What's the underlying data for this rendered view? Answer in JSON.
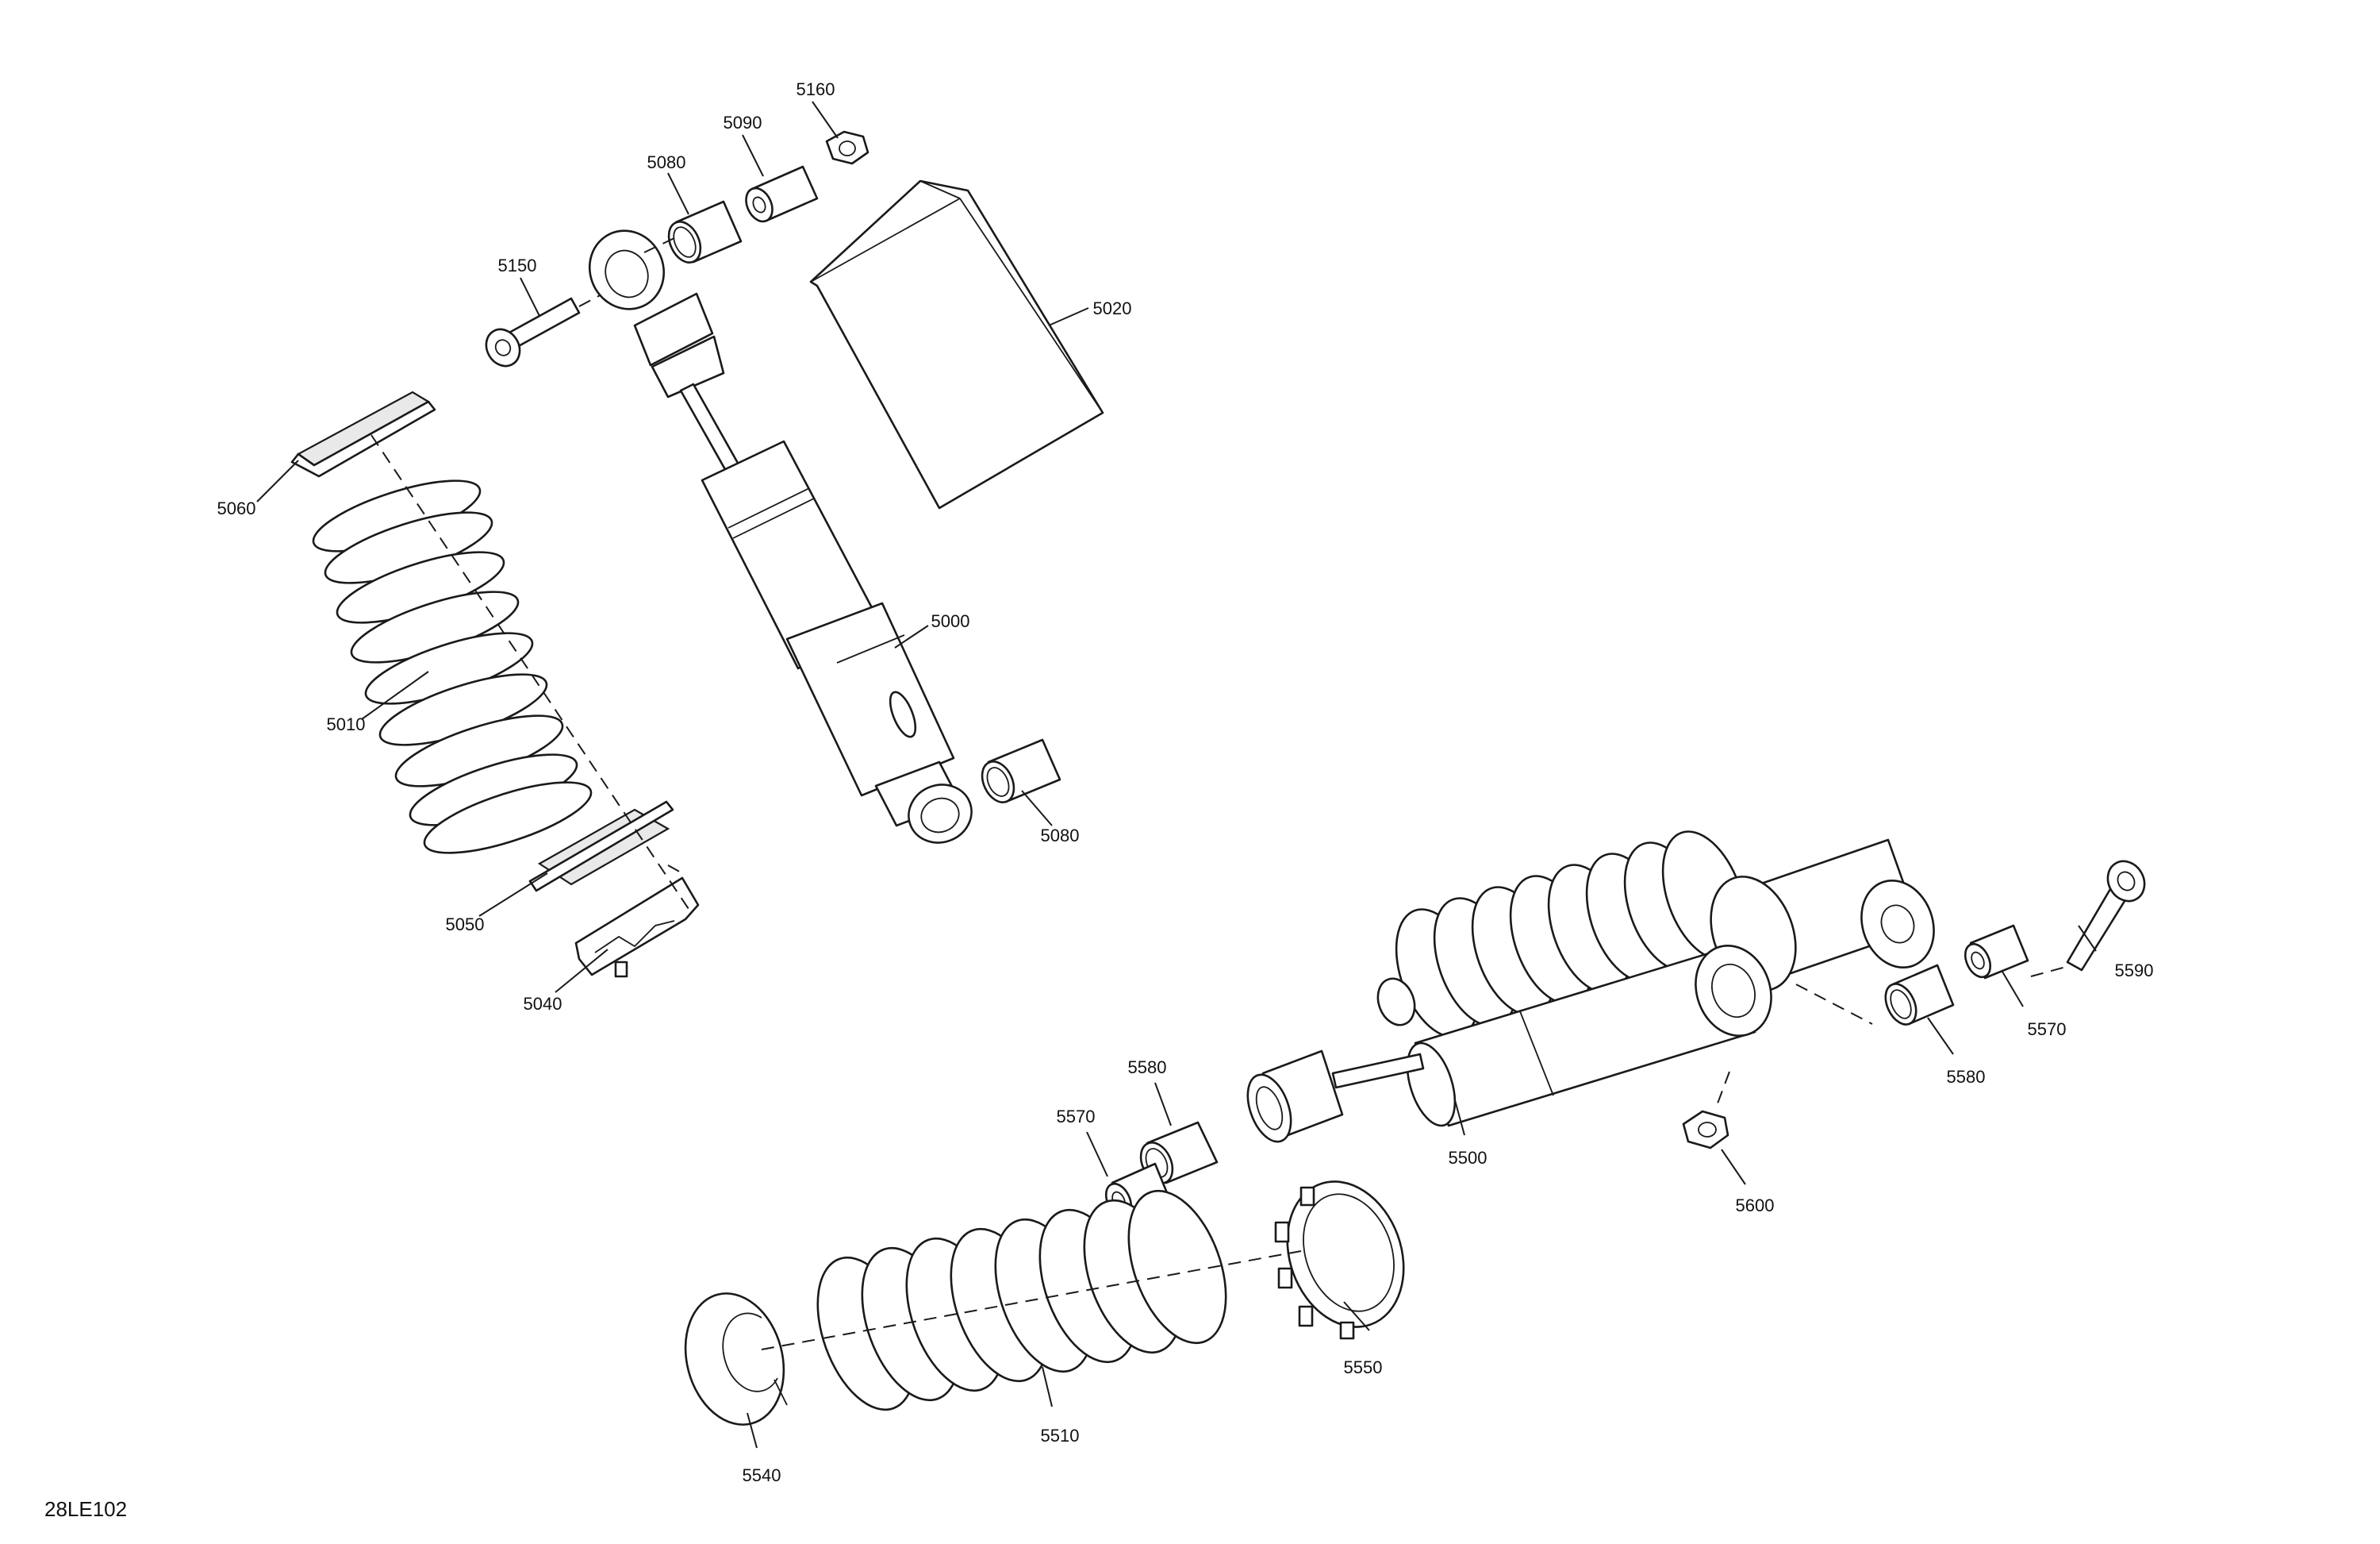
{
  "figure_ref": "28LE102",
  "callouts": {
    "c5160": "5160",
    "c5090": "5090",
    "c5080_top": "5080",
    "c5150": "5150",
    "c5020": "5020",
    "c5060": "5060",
    "c5000": "5000",
    "c5010": "5010",
    "c5080_bottom": "5080",
    "c5050": "5050",
    "c5040": "5040",
    "c5590": "5590",
    "c5570_right": "5570",
    "c5580_right": "5580",
    "c5580_left": "5580",
    "c5570_left": "5570",
    "c5500": "5500",
    "c5600": "5600",
    "c5550": "5550",
    "c5510": "5510",
    "c5540": "5540"
  }
}
